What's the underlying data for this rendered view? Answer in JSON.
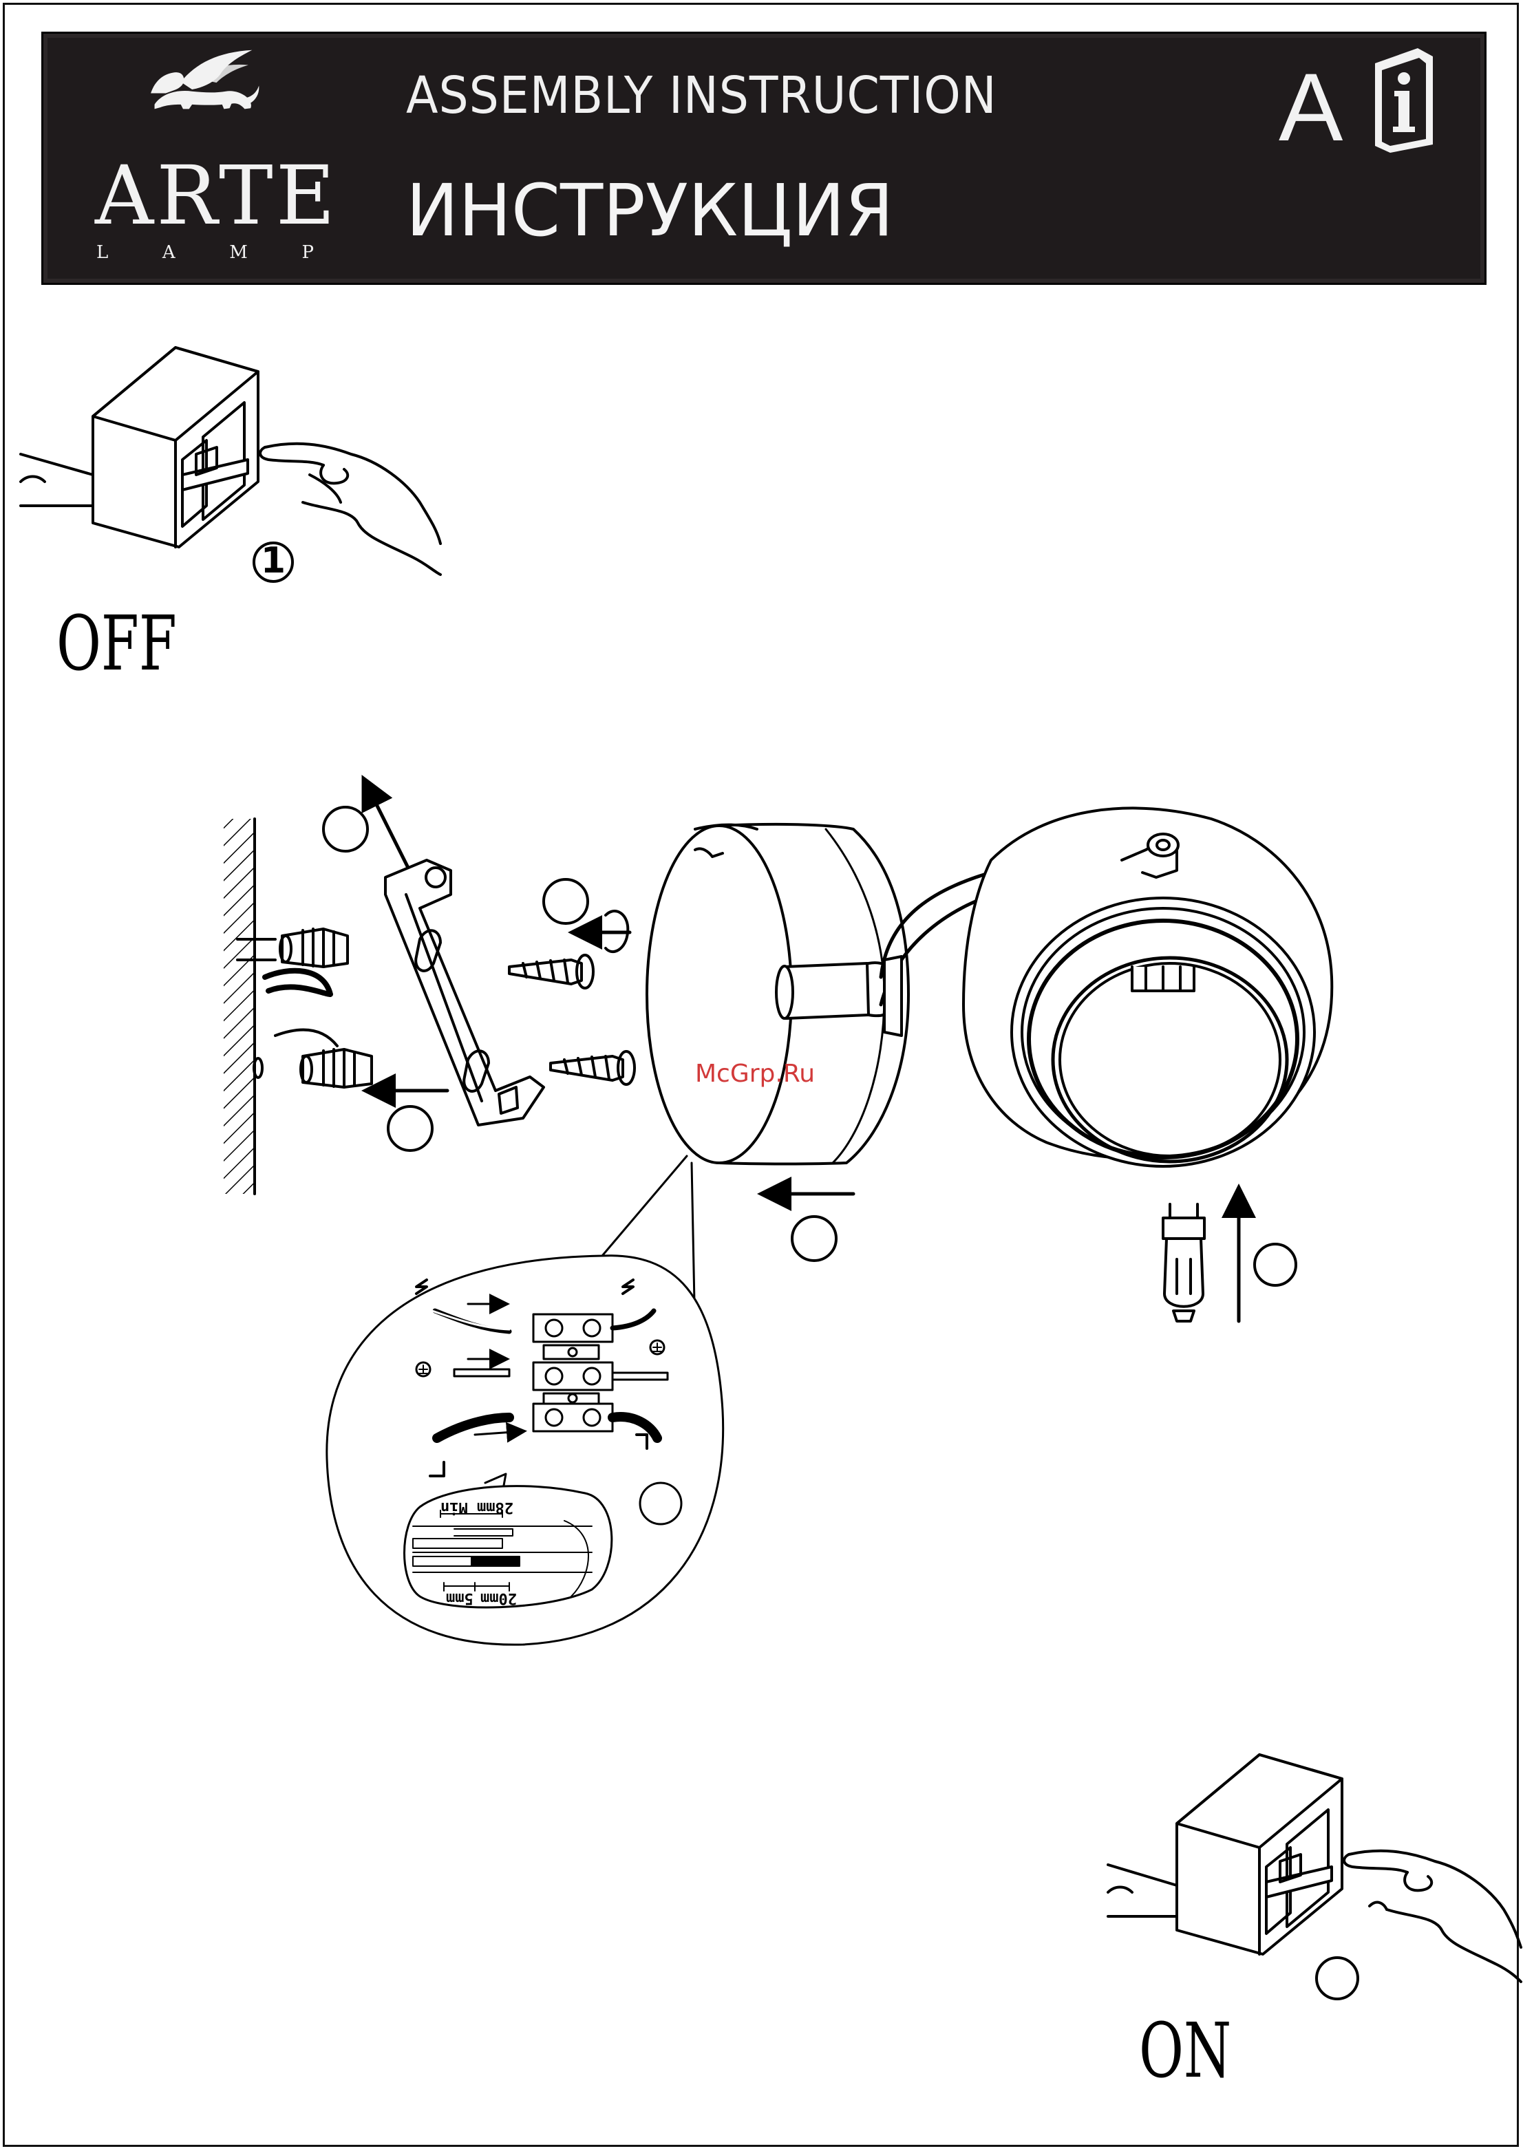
{
  "header": {
    "brand_name": "ARTE",
    "brand_sub": [
      "L",
      "A",
      "M",
      "P"
    ],
    "title_en": "ASSEMBLY INSTRUCTION",
    "title_ru": "ИНСТРУКЦИЯ",
    "lang_letter": "A"
  },
  "steps": {
    "switch_off_number": "1",
    "off_label": "OFF",
    "on_label": "ON"
  },
  "wiring": {
    "dim_strip": "28mm Min",
    "dim_a": "5mm",
    "dim_b": "20mm"
  },
  "watermark": "McGrp.Ru",
  "colors": {
    "header_bg": "#1f1b1c",
    "watermark": "#d23a3a",
    "ink": "#000000"
  }
}
